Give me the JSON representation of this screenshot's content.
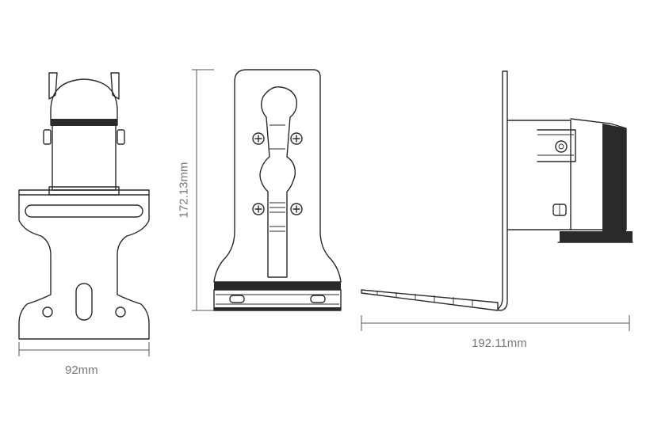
{
  "dimensions": {
    "width_label": "92mm",
    "height_label": "172.13mm",
    "depth_label": "192.11mm"
  },
  "colors": {
    "line": "#2a2a2a",
    "dimension_text": "#777777"
  }
}
